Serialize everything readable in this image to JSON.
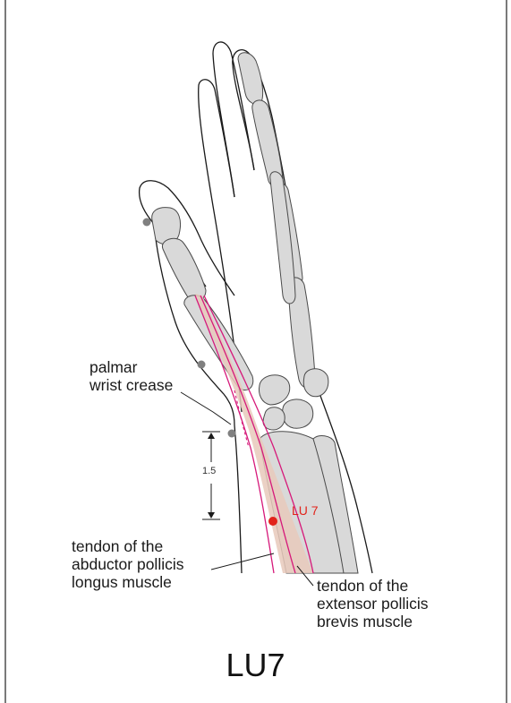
{
  "diagram": {
    "caption": "LU7",
    "point_label": "LU 7",
    "measurement": "1.5",
    "labels": {
      "palmar_wrist_crease": [
        "palmar",
        "wrist crease"
      ],
      "apl_tendon": [
        "tendon of the",
        "abductor pollicis",
        "longus muscle"
      ],
      "epb_tendon": [
        "tendon of the",
        "extensor pollicis",
        "brevis muscle"
      ]
    },
    "colors": {
      "point": "#e2231a",
      "tendon_line": "#d6197a",
      "tendon_fill": "#e8c9bb",
      "bone": "#d9d9d9",
      "outline": "#1a1a1a",
      "marker": "#808080"
    }
  }
}
